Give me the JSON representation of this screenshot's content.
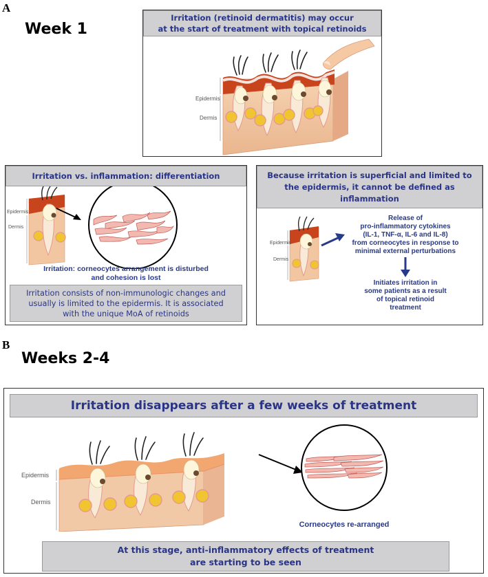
{
  "panel_a": {
    "letter": "A",
    "week_label": "Week 1",
    "top_box": {
      "title_line1": "Irritation (retinoid dermatitis) may occur",
      "title_line2": "at the start of treatment with topical retinoids",
      "epidermis_label": "Epidermis",
      "dermis_label": "Dermis"
    },
    "left_box": {
      "title": "Irritation vs. inflammation: differentiation",
      "epidermis_label": "Epidermis",
      "dermis_label": "Dermis",
      "caption_line1": "Irritation: corneocytes arrangement is disturbed",
      "caption_line2": "and cohesion is lost",
      "footer_line1": "Irritation consists of non-immunologic changes and",
      "footer_line2": "usually is limited to the epidermis. It is associated",
      "footer_line3": "with the unique MoA of retinoids"
    },
    "right_box": {
      "title_line1": "Because irritation is superficial and limited to",
      "title_line2": "the epidermis, it cannot be defined as",
      "title_line3": "inflammation",
      "epidermis_label": "Epidermis",
      "dermis_label": "Dermis",
      "release_line1": "Release of",
      "release_line2": "pro-inflammatory cytokines",
      "release_line3": "(IL-1, TNF-α, IL-6 and IL-8)",
      "release_line4": "from corneocytes in response to",
      "release_line5": "minimal external perturbations",
      "result_line1": "Initiates irritation in",
      "result_line2": "some patients as a result",
      "result_line3": "of topical retinoid",
      "result_line4": "treatment"
    }
  },
  "panel_b": {
    "letter": "B",
    "week_label": "Weeks 2-4",
    "title": "Irritation disappears after a few weeks of treatment",
    "epidermis_label": "Epidermis",
    "dermis_label": "Dermis",
    "caption": "Corneocytes re-arranged",
    "footer_line1": "At this stage, anti-inflammatory effects of treatment",
    "footer_line2": "are starting to be seen"
  },
  "colors": {
    "navy": "#283a8a",
    "banner_gray": "#d0d0d2",
    "skin": "#f2c9a4",
    "epidermis_red": "#c8441c",
    "sebaceous_yellow": "#f0c531"
  }
}
